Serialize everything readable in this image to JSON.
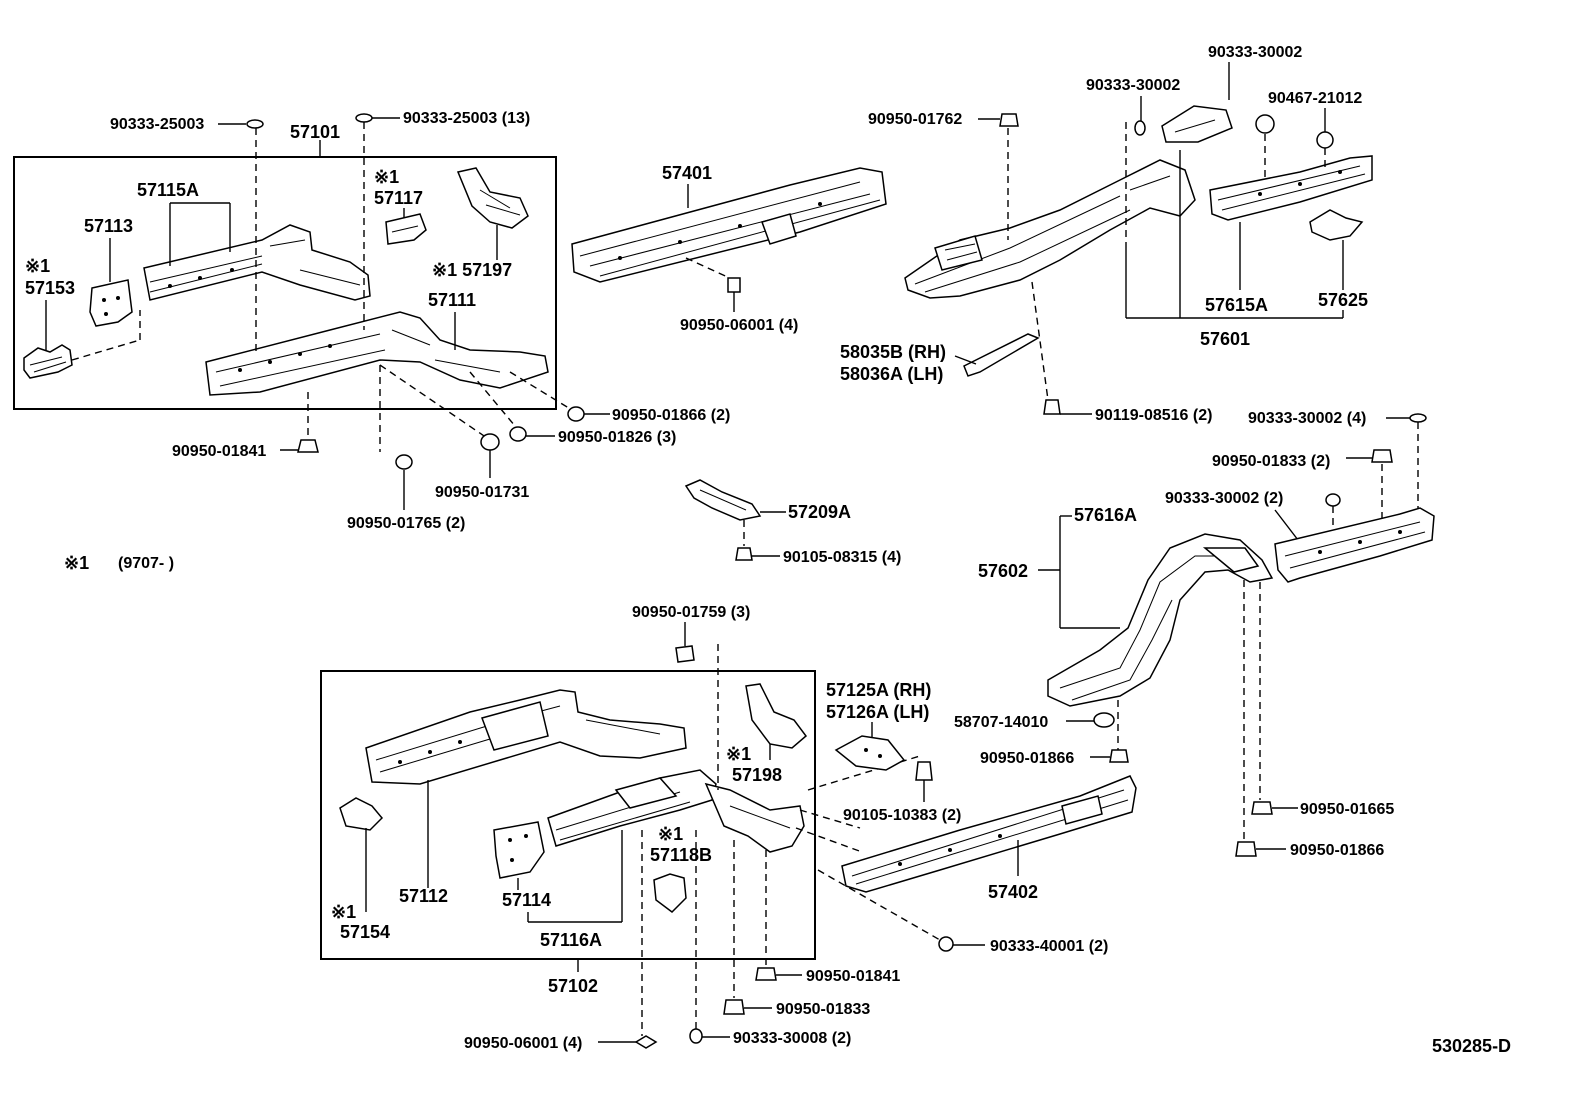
{
  "diagram_id": "530285-D",
  "note": {
    "symbol": "※1",
    "text": "(9707-        )"
  },
  "box1": {
    "label": "57101"
  },
  "box2": {
    "label": "57102"
  },
  "labels": {
    "p57115A": "57115A",
    "p57113": "57113",
    "p57153_mark": "※1",
    "p57153": "57153",
    "p57117_mark": "※1",
    "p57117": "57117",
    "p57197": "※1 57197",
    "p57111": "57111",
    "b90333_25003_left": "90333-25003",
    "b90333_25003_right": "90333-25003 (13)",
    "b90950_01866_top": "90950-01866 (2)",
    "b90950_01826": "90950-01826 (3)",
    "b90950_01841_left": "90950-01841",
    "b90950_01731": "90950-01731",
    "b90950_01765": "90950-01765 (2)",
    "p57401": "57401",
    "b90950_06001_mid": "90950-06001 (4)",
    "p57209A": "57209A",
    "b90105_08315": "90105-08315 (4)",
    "b90950_01762": "90950-01762",
    "b90333_30002_a": "90333-30002",
    "b90333_30002_b": "90333-30002",
    "b90467_21012": "90467-21012",
    "p57615A": "57615A",
    "p57625": "57625",
    "p57601": "57601",
    "p58035B": "58035B (RH)",
    "p58036A": "58036A (LH)",
    "b90119_08516": "90119-08516 (2)",
    "b90333_30002_4": "90333-30002 (4)",
    "b90950_01833_2": "90950-01833 (2)",
    "b90333_30002_2": "90333-30002 (2)",
    "p57616A": "57616A",
    "p57602": "57602",
    "b58707_14010": "58707-14010",
    "b90950_01866_mid": "90950-01866",
    "b90950_01665": "90950-01665",
    "b90950_01866_br": "90950-01866",
    "b90950_01759": "90950-01759 (3)",
    "p57125A": "57125A (RH)",
    "p57126A": "57126A (LH)",
    "p57198_mark": "※1",
    "p57198": "57198",
    "b90105_10383": "90105-10383 (2)",
    "p57118B_mark": "※1",
    "p57118B": "57118B",
    "p57112": "57112",
    "p57114": "57114",
    "p57116A": "57116A",
    "p57154_mark": "※1",
    "p57154": "57154",
    "p57402": "57402",
    "b90333_40001": "90333-40001 (2)",
    "b90950_01841_bot": "90950-01841",
    "b90950_01833_bot": "90950-01833",
    "b90950_06001_bot": "90950-06001 (4)",
    "b90333_30008": "90333-30008 (2)"
  }
}
